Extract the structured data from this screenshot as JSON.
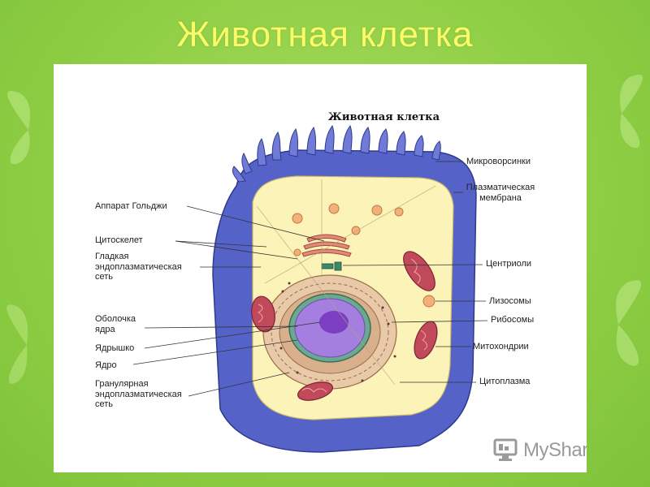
{
  "slide": {
    "title": "Животная клетка"
  },
  "diagram": {
    "title": "Животная клетка",
    "labels_left": {
      "golgi": "Аппарат Гольджи",
      "cytoskeleton": "Цитоскелет",
      "smooth_er": "Гладкая\nэндоплазматическая\nсеть",
      "nuclear_envelope": "Оболочка\nядра",
      "nucleolus": "Ядрышко",
      "nucleus": "Ядро",
      "rough_er": "Гранулярная\nэндоплазматическая\nсеть"
    },
    "labels_right": {
      "microvilli": "Микроворсинки",
      "plasma_membrane": "Плазматическая\nмембрана",
      "centrioles": "Центриоли",
      "lysosomes": "Лизосомы",
      "ribosomes": "Рибосомы",
      "mitochondria": "Митохондрии",
      "cytoplasm": "Цитоплазма"
    }
  },
  "watermark": {
    "text": "MyShared"
  },
  "colors": {
    "background": "#8fcf45",
    "title": "#fbfb6a",
    "membrane": "#5a66c8",
    "cytoplasm": "#fbf3b8",
    "nucleus": "#9b6fd6",
    "mitochondria": "#b93848"
  }
}
